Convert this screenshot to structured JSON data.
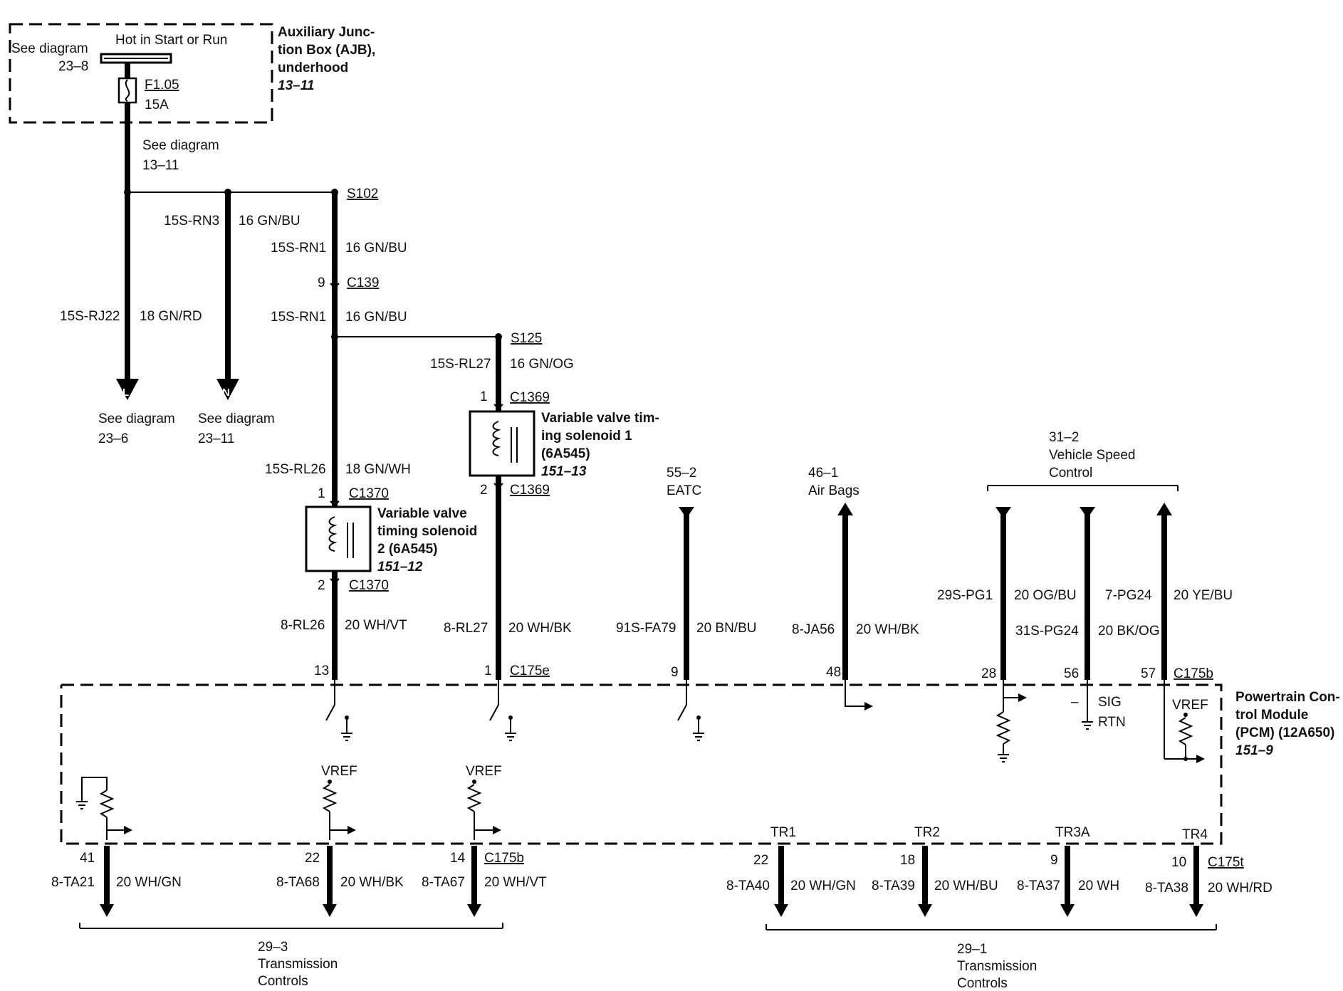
{
  "ajb": {
    "title_lines": [
      "Auxiliary Junc-",
      "tion Box (AJB),",
      "underhood"
    ],
    "ref": "13–11",
    "hot_label": "Hot in Start or Run",
    "see_left": [
      "See diagram",
      "23–8"
    ],
    "fuse_id": "F1.05",
    "fuse_rating": "15A"
  },
  "see_1311": [
    "See diagram",
    "13–11"
  ],
  "splices": {
    "s102": "S102",
    "s125": "S125"
  },
  "wires": {
    "rn3": [
      "15S-RN3",
      "16 GN/BU"
    ],
    "rn1a": [
      "15S-RN1",
      "16 GN/BU"
    ],
    "c139": [
      "9",
      "C139"
    ],
    "rn1b": [
      "15S-RN1",
      "16 GN/BU"
    ],
    "rj22": [
      "15S-RJ22",
      "18 GN/RD"
    ],
    "rl27": [
      "15S-RL27",
      "16 GN/OG"
    ],
    "rl26": [
      "15S-RL26",
      "18 GN/WH"
    ],
    "rl26b": [
      "8-RL26",
      "20 WH/VT"
    ],
    "rl27b": [
      "8-RL27",
      "20 WH/BK"
    ],
    "fa79": [
      "91S-FA79",
      "20 BN/BU"
    ],
    "ja56": [
      "8-JA56",
      "20 WH/BK"
    ],
    "pg1": [
      "29S-PG1",
      "20 OG/BU"
    ],
    "pg24a": [
      "31S-PG24",
      "20 BK/OG"
    ],
    "pg24b": [
      "7-PG24",
      "20 YE/BU"
    ]
  },
  "arrows": {
    "l": "L",
    "n": "N"
  },
  "see_236": [
    "See diagram",
    "23–6"
  ],
  "see_2311": [
    "See diagram",
    "23–11"
  ],
  "sol1": {
    "title_lines": [
      "Variable valve tim-",
      "ing solenoid 1",
      "(6A545)"
    ],
    "ref": "151–13",
    "pin_top": "1",
    "conn_top": "C1369",
    "pin_bot": "2",
    "conn_bot": "C1369"
  },
  "sol2": {
    "title_lines": [
      "Variable valve",
      "timing solenoid",
      "2 (6A545)"
    ],
    "ref": "151–12",
    "pin_top": "1",
    "conn_top": "C1370",
    "pin_bot": "2",
    "conn_bot": "C1370"
  },
  "eatc": [
    "55–2",
    "EATC"
  ],
  "airbags": [
    "46–1",
    "Air Bags"
  ],
  "vsc": [
    "31–2",
    "Vehicle Speed",
    "Control"
  ],
  "pins_top": {
    "p13": "13",
    "p1": "1",
    "c175e": "C175e",
    "p9": "9",
    "p48": "48",
    "p28": "28",
    "p56": "56",
    "p57": "57",
    "c175b": "C175b"
  },
  "pcm": {
    "title_lines": [
      "Powertrain Con-",
      "trol Module",
      "(PCM) (12A650)"
    ],
    "ref": "151–9",
    "sig": "SIG",
    "rtn": "RTN",
    "minus": "–",
    "vref": "VREF"
  },
  "bottom_left": {
    "p41": "41",
    "p22": "22",
    "p14": "14",
    "conn": "C175b",
    "ta21": [
      "8-TA21",
      "20 WH/GN"
    ],
    "ta68": [
      "8-TA68",
      "20 WH/BK"
    ],
    "ta67": [
      "8-TA67",
      "20 WH/VT"
    ],
    "ref": [
      "29–3",
      "Transmission",
      "Controls"
    ]
  },
  "bottom_right": {
    "tr": [
      "TR1",
      "TR2",
      "TR3A",
      "TR4"
    ],
    "p22": "22",
    "p18": "18",
    "p9": "9",
    "p10": "10",
    "conn": "C175t",
    "ta40": [
      "8-TA40",
      "20 WH/GN"
    ],
    "ta39": [
      "8-TA39",
      "20 WH/BU"
    ],
    "ta37": [
      "8-TA37",
      "20 WH"
    ],
    "ta38": [
      "8-TA38",
      "20 WH/RD"
    ],
    "ref": [
      "29–1",
      "Transmission",
      "Controls"
    ]
  }
}
